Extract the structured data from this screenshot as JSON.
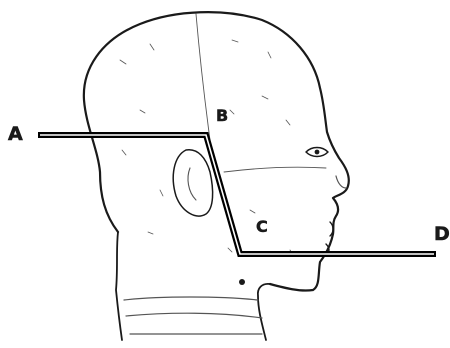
{
  "labels": {
    "a": "A",
    "b": "B",
    "c": "C",
    "d": "D"
  },
  "colors": {
    "background": "#ffffff",
    "sketch": "#1a1a1a",
    "faint": "#555555",
    "cut_line": "#000000"
  },
  "icons": {
    "head": "head-profile-sketch-icon",
    "ear": "ear-icon",
    "eye": "eye-icon"
  }
}
